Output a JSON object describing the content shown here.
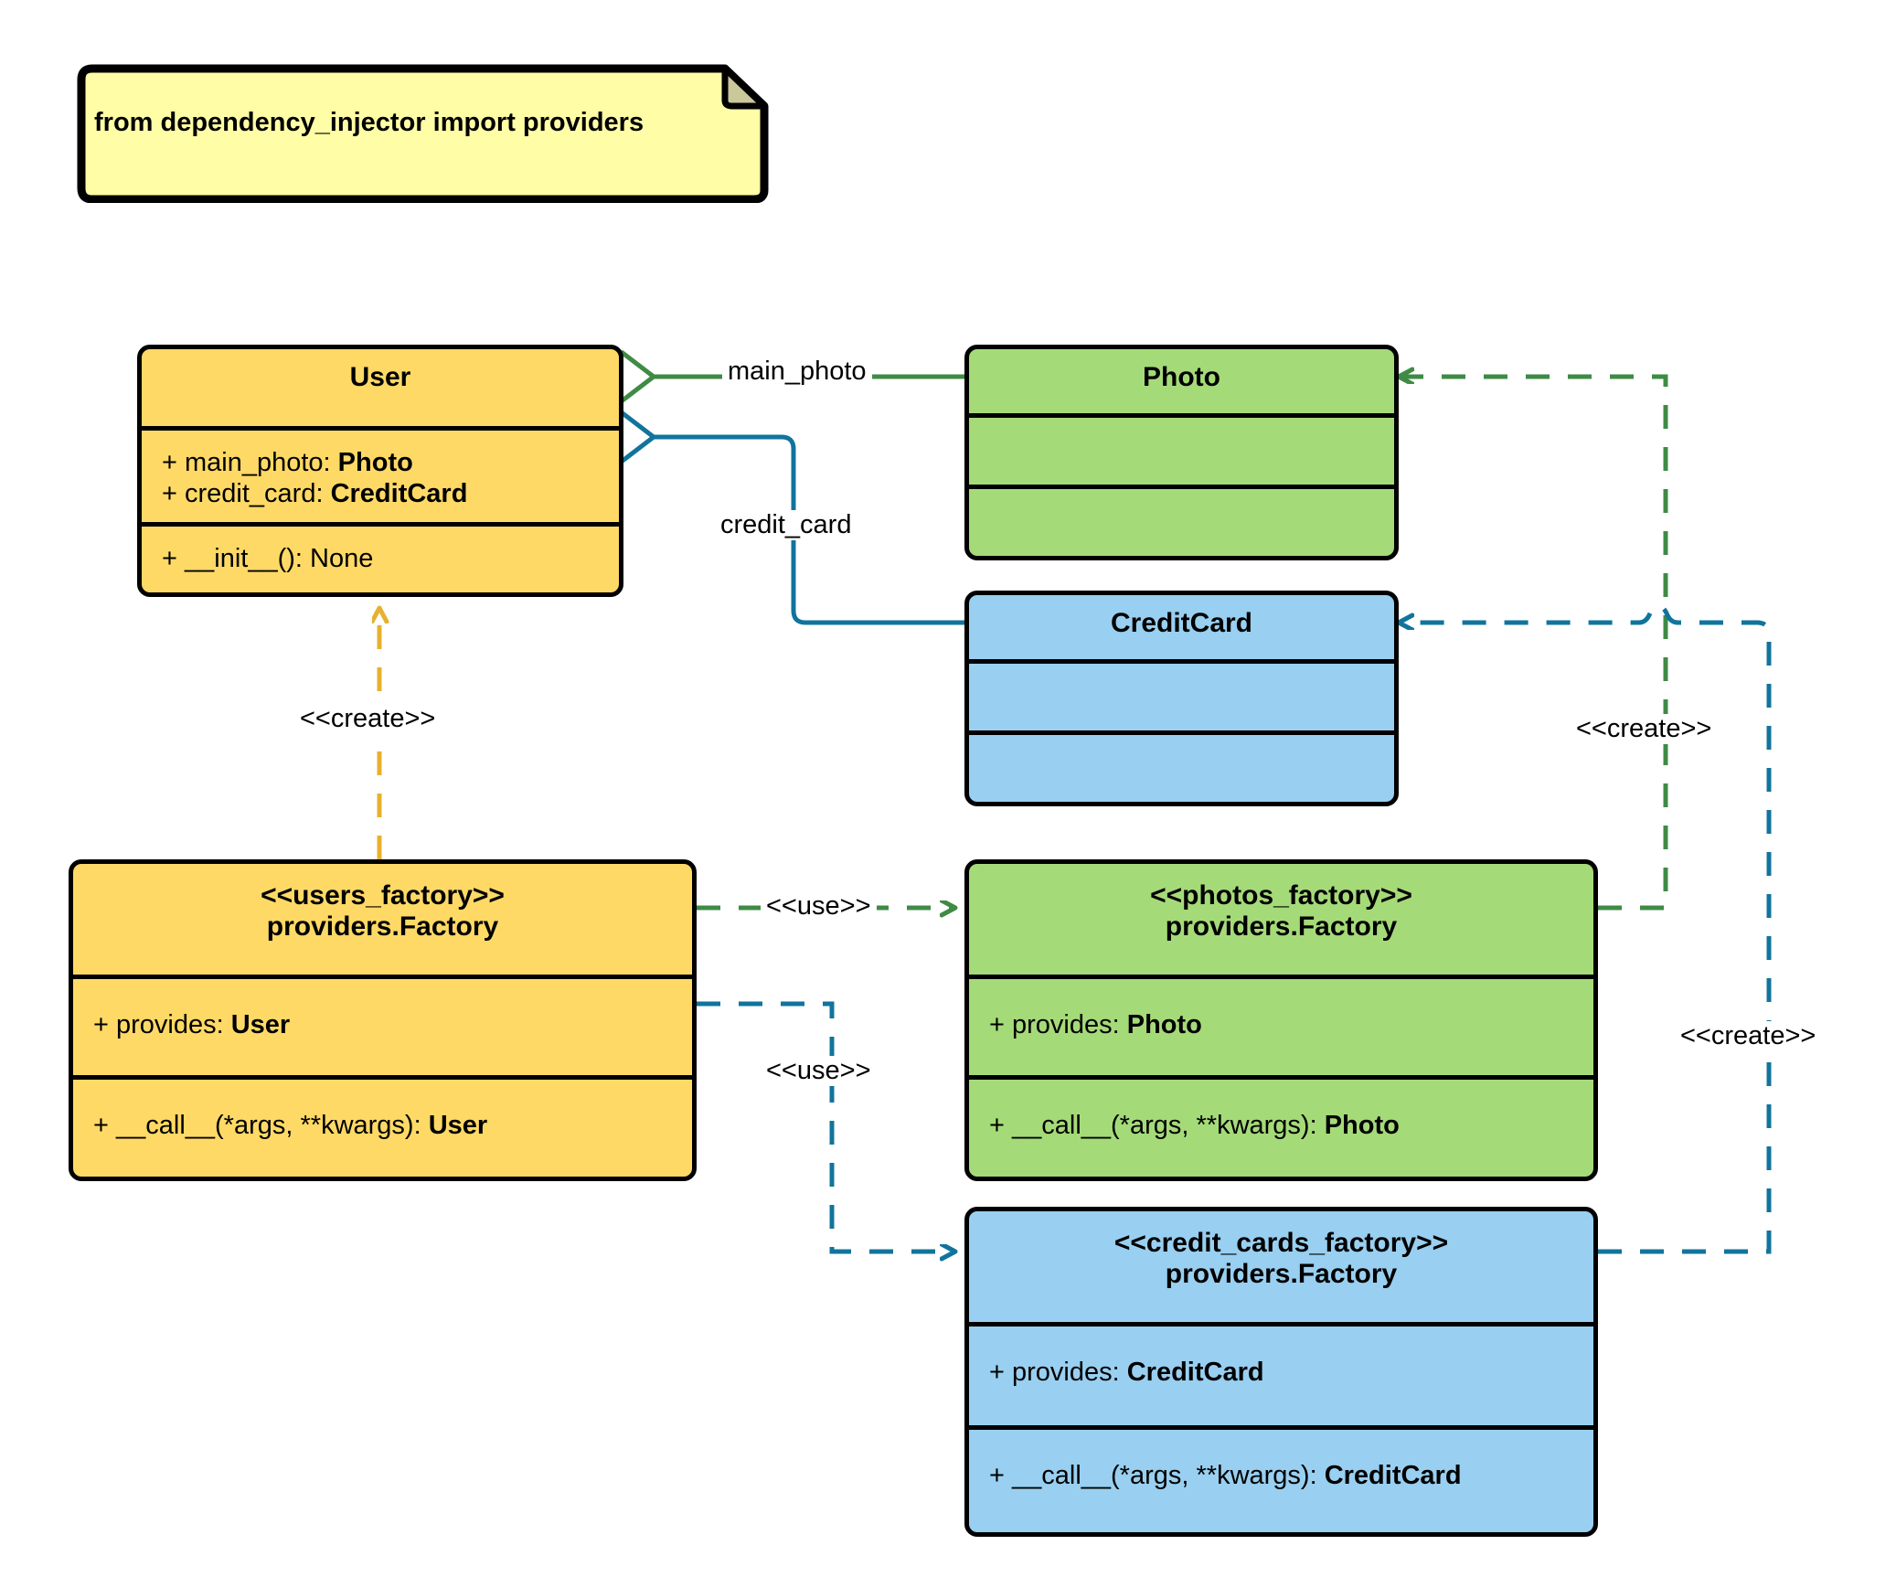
{
  "diagram": {
    "type": "uml-class-diagram",
    "title": "dependency_injector providers.Factory UML class diagram",
    "background": "#ffffff"
  },
  "palette": {
    "yellow": "#FFD966",
    "green": "#A5DA79",
    "blue": "#99CFF0",
    "note_yellow": "#FFFDA6",
    "note_fold": "#C8C89B",
    "outline": "#000000",
    "edge_green": "#3F8B45",
    "edge_blue": "#11749C",
    "edge_amber": "#E8B030"
  },
  "note": {
    "text": "from dependency_injector import providers",
    "fill": "#FFFDA6"
  },
  "classes": {
    "user": {
      "title_lines": [
        "User"
      ],
      "attributes": [
        {
          "prefix": "+ main_photo: ",
          "type": "Photo"
        },
        {
          "prefix": "+ credit_card: ",
          "type": "CreditCard"
        }
      ],
      "operations": [
        {
          "prefix": "+ __init__(): None",
          "type": ""
        }
      ],
      "fill": "#FFD966"
    },
    "photo": {
      "title_lines": [
        "Photo"
      ],
      "attributes": [],
      "operations": [],
      "fill": "#A5DA79"
    },
    "credit_card": {
      "title_lines": [
        "CreditCard"
      ],
      "attributes": [],
      "operations": [],
      "fill": "#99CFF0"
    },
    "users_factory": {
      "title_lines": [
        "<<users_factory>>",
        "providers.Factory"
      ],
      "attributes": [
        {
          "prefix": "+ provides: ",
          "type": "User"
        }
      ],
      "operations": [
        {
          "prefix": "+ __call__(*args, **kwargs): ",
          "type": "User"
        }
      ],
      "fill": "#FFD966"
    },
    "photos_factory": {
      "title_lines": [
        "<<photos_factory>>",
        "providers.Factory"
      ],
      "attributes": [
        {
          "prefix": "+ provides: ",
          "type": "Photo"
        }
      ],
      "operations": [
        {
          "prefix": "+ __call__(*args, **kwargs): ",
          "type": "Photo"
        }
      ],
      "fill": "#A5DA79"
    },
    "credit_cards_factory": {
      "title_lines": [
        "<<credit_cards_factory>>",
        "providers.Factory"
      ],
      "attributes": [
        {
          "prefix": "+ provides: ",
          "type": "CreditCard"
        }
      ],
      "operations": [
        {
          "prefix": "+ __call__(*args, **kwargs): ",
          "type": "CreditCard"
        }
      ],
      "fill": "#99CFF0"
    }
  },
  "edges": [
    {
      "id": "user-main-photo",
      "kind": "aggregation",
      "label": "main_photo",
      "from": "user",
      "to": "photo",
      "color": "#3F8B45",
      "style": "solid",
      "source_decoration": "hollow-diamond"
    },
    {
      "id": "user-credit-card",
      "kind": "aggregation",
      "label": "credit_card",
      "from": "user",
      "to": "credit_card",
      "color": "#11749C",
      "style": "solid",
      "source_decoration": "hollow-diamond"
    },
    {
      "id": "users-factory-creates-user",
      "kind": "dependency",
      "label": "<<create>>",
      "from": "users_factory",
      "to": "user",
      "color": "#E8B030",
      "style": "dashed",
      "target_decoration": "open-arrow"
    },
    {
      "id": "users-factory-uses-photos-factory",
      "kind": "dependency",
      "label": "<<use>>",
      "from": "users_factory",
      "to": "photos_factory",
      "color": "#3F8B45",
      "style": "dashed",
      "target_decoration": "open-arrow"
    },
    {
      "id": "users-factory-uses-credit-cards-factory",
      "kind": "dependency",
      "label": "<<use>>",
      "from": "users_factory",
      "to": "credit_cards_factory",
      "color": "#11749C",
      "style": "dashed",
      "target_decoration": "open-arrow"
    },
    {
      "id": "photos-factory-creates-photo",
      "kind": "dependency",
      "label": "<<create>>",
      "from": "photos_factory",
      "to": "photo",
      "color": "#3F8B45",
      "style": "dashed",
      "target_decoration": "open-arrow"
    },
    {
      "id": "credit-cards-factory-creates-credit-card",
      "kind": "dependency",
      "label": "<<create>>",
      "from": "credit_cards_factory",
      "to": "credit_card",
      "color": "#11749C",
      "style": "dashed",
      "target_decoration": "open-arrow"
    }
  ],
  "edge_labels": {
    "main_photo": "main_photo",
    "credit_card": "credit_card",
    "create_user": "<<create>>",
    "use_photos": "<<use>>",
    "use_credit_cards": "<<use>>",
    "create_photo": "<<create>>",
    "create_credit_card": "<<create>>"
  }
}
